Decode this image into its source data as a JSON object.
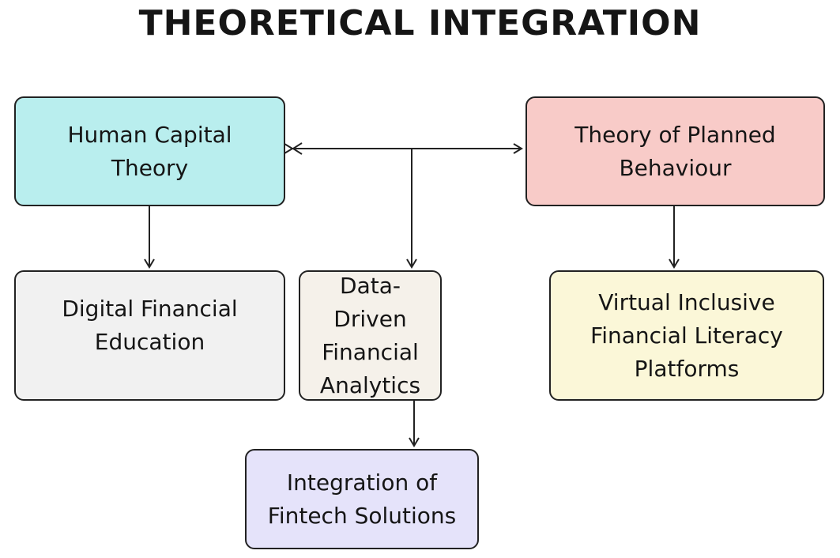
{
  "title": "THEORETICAL INTEGRATION",
  "nodes": {
    "human_capital": {
      "label": "Human Capital Theory",
      "color": "#b9eeee"
    },
    "planned_behaviour": {
      "label": "Theory of Planned Behaviour",
      "color": "#f8cbc8"
    },
    "digital_education": {
      "label": "Digital Financial Education",
      "color": "#f1f1f1"
    },
    "data_driven": {
      "label": "Data-Driven Financial Analytics",
      "color": "#f5f1ea"
    },
    "virtual_platforms": {
      "label": "Virtual Inclusive Financial Literacy Platforms",
      "color": "#fbf7d8"
    },
    "fintech": {
      "label": "Integration of Fintech Solutions",
      "color": "#e5e3fa"
    }
  },
  "edges": [
    {
      "from": "human_capital",
      "to": "planned_behaviour",
      "type": "bidirectional"
    },
    {
      "from": "human_capital",
      "to": "digital_education"
    },
    {
      "from": "planned_behaviour",
      "to": "virtual_platforms"
    },
    {
      "from": "human_capital+planned_behaviour",
      "to": "data_driven"
    },
    {
      "from": "data_driven",
      "to": "fintech"
    }
  ]
}
